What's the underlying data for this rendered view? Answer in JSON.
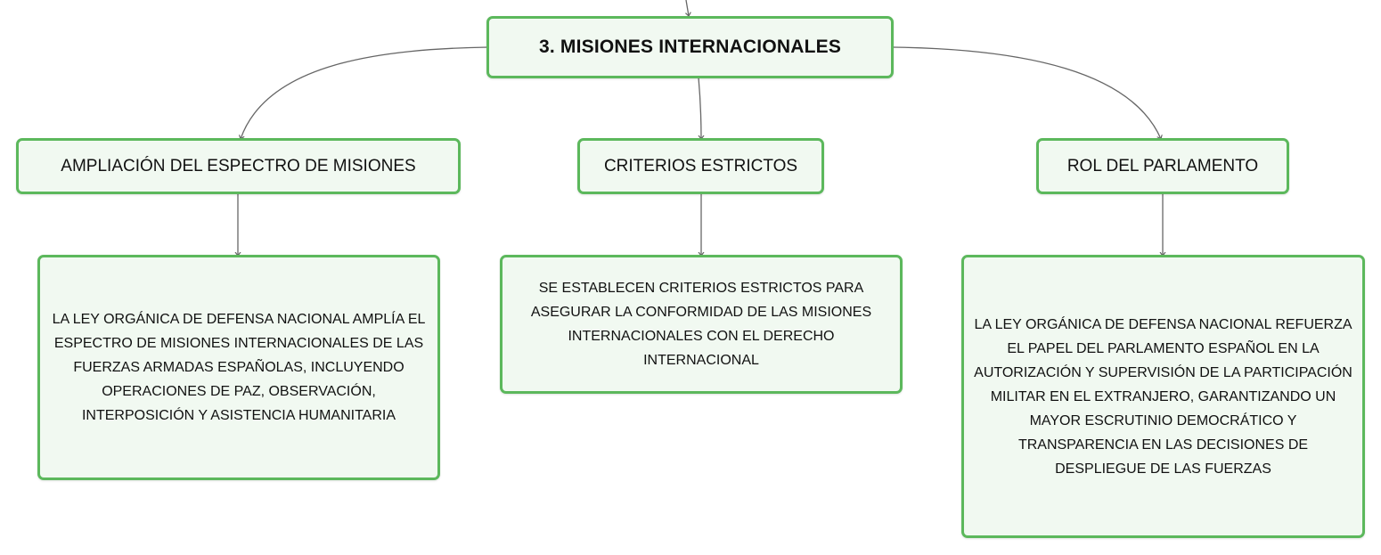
{
  "root": {
    "label": "3. MISIONES INTERNACIONALES"
  },
  "branches": [
    {
      "label": "AMPLIACIÓN DEL ESPECTRO DE MISIONES",
      "detail": "LA LEY ORGÁNICA DE DEFENSA NACIONAL AMPLÍA EL ESPECTRO DE MISIONES INTERNACIONALES DE LAS FUERZAS ARMADAS ESPAÑOLAS, INCLUYENDO OPERACIONES DE PAZ, OBSERVACIÓN, INTERPOSICIÓN Y ASISTENCIA HUMANITARIA"
    },
    {
      "label": "CRITERIOS ESTRICTOS",
      "detail": "SE ESTABLECEN CRITERIOS ESTRICTOS PARA ASEGURAR LA CONFORMIDAD DE LAS MISIONES INTERNACIONALES CON EL DERECHO INTERNACIONAL"
    },
    {
      "label": "ROL DEL PARLAMENTO",
      "detail": "LA LEY ORGÁNICA DE DEFENSA NACIONAL REFUERZA EL PAPEL DEL PARLAMENTO ESPAÑOL EN LA AUTORIZACIÓN Y SUPERVISIÓN DE LA PARTICIPACIÓN MILITAR EN EL EXTRANJERO, GARANTIZANDO UN MAYOR ESCRUTINIO DEMOCRÁTICO Y TRANSPARENCIA EN LAS DECISIONES DE DESPLIEGUE DE LAS FUERZAS"
    }
  ],
  "colors": {
    "node_border": "#5cb85c",
    "node_fill": "#f1f9f1",
    "connector": "#666666"
  }
}
